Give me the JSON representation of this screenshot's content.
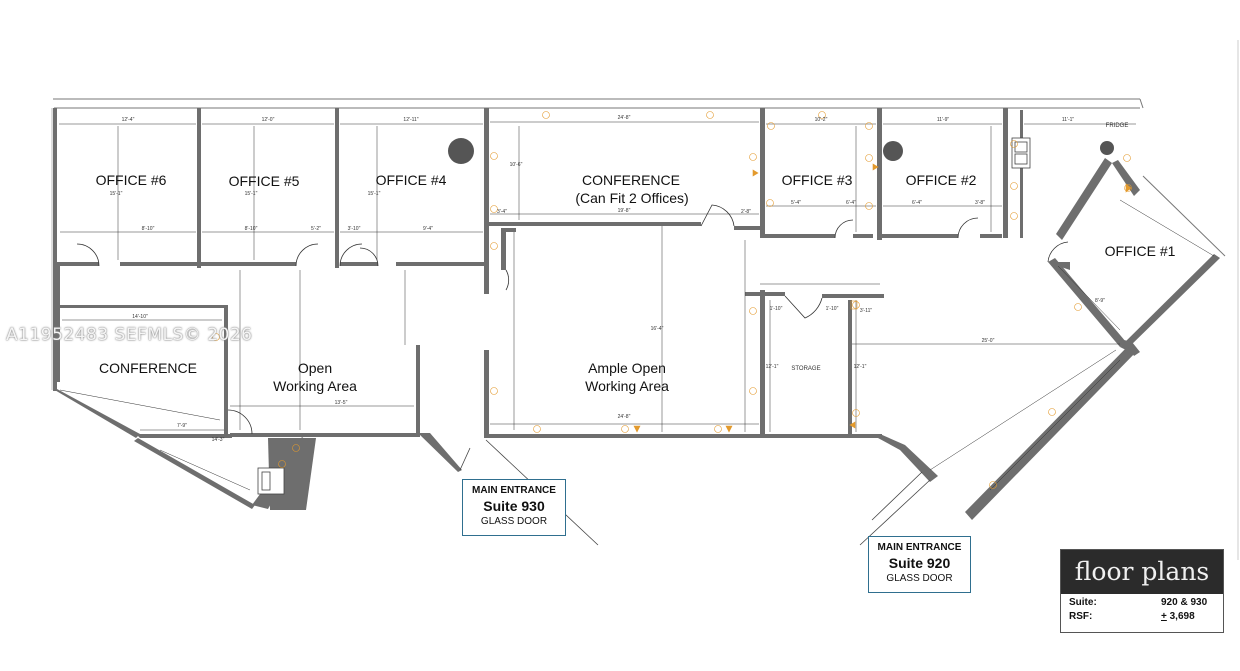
{
  "rooms": [
    {
      "name": "office6",
      "label": "OFFICE #6"
    },
    {
      "name": "office5",
      "label": "OFFICE #5"
    },
    {
      "name": "office4",
      "label": "OFFICE #4"
    },
    {
      "name": "conference-top",
      "label": "CONFERENCE",
      "label2": "(Can Fit 2 Offices)"
    },
    {
      "name": "office3",
      "label": "OFFICE #3"
    },
    {
      "name": "office2",
      "label": "OFFICE #2"
    },
    {
      "name": "office1",
      "label": "OFFICE #1"
    },
    {
      "name": "conference-left",
      "label": "CONFERENCE"
    },
    {
      "name": "open-working",
      "label": "Open",
      "label2": "Working Area"
    },
    {
      "name": "ample-open",
      "label": "Ample Open",
      "label2": "Working Area"
    },
    {
      "name": "storage",
      "label": "STORAGE"
    },
    {
      "name": "fridge",
      "label": "FRIDGE"
    }
  ],
  "dimensions": [
    "12'-4\"",
    "12'-0\"",
    "12'-11\"",
    "24'-8\"",
    "10'-2\"",
    "11'-9\"",
    "11'-1\"",
    "15'-1\"",
    "15'-1\"",
    "15'-1\"",
    "10'-6\"",
    "19'-8\"",
    "3'-4\"",
    "2'-8\"",
    "5'-4\"",
    "6'-4\"",
    "6'-4\"",
    "3'-8\"",
    "8'-10\"",
    "8'-10\"",
    "5'-2\"",
    "3'-10\"",
    "9'-4\"",
    "14'-10\"",
    "7'-9\"",
    "13'-5\"",
    "14'-3\"",
    "16'-4\"",
    "12'-1\"",
    "12'-1\"",
    "25'-0\"",
    "24'-8\"",
    "1'-10\"",
    "1'-10\"",
    "3'-11\"",
    "8'-9\""
  ],
  "entrances": [
    {
      "line1": "MAIN ENTRANCE",
      "line2": "Suite  930",
      "line3": "GLASS DOOR"
    },
    {
      "line1": "MAIN ENTRANCE",
      "line2": "Suite  920",
      "line3": "GLASS DOOR"
    }
  ],
  "watermark": "A11952483  SEFMLS© 2026",
  "legend": {
    "title": "floor plans",
    "suite_label": "Suite:",
    "suite_value": "920 & 930",
    "rsf_label": "RSF:",
    "rsf_pm": "+",
    "rsf_value": " 3,698"
  },
  "colors": {
    "wall": "#6e6e6e",
    "outlet": "#e39a2d",
    "entrance_border": "#2f6f8f",
    "legend_header": "#2b2b2b"
  }
}
